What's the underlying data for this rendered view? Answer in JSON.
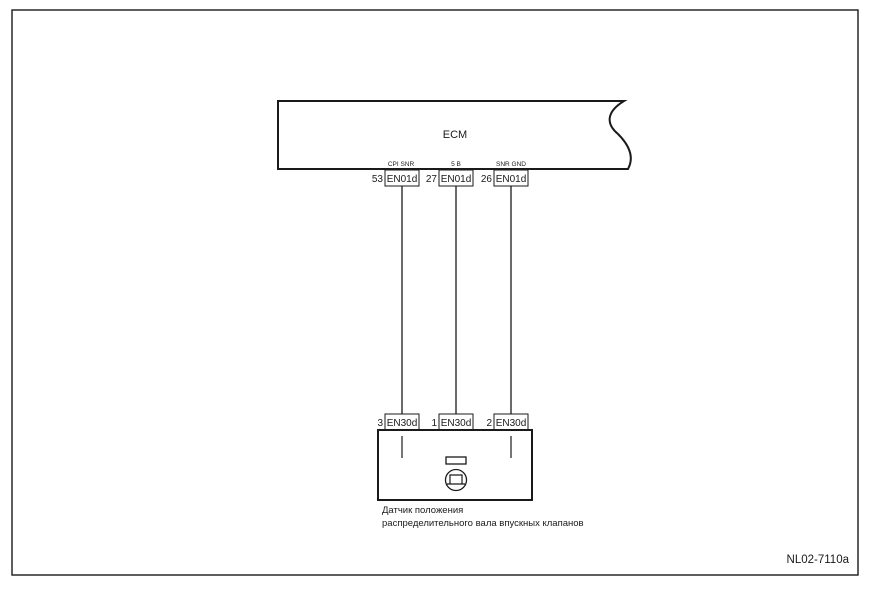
{
  "ecm": {
    "label": "ECM"
  },
  "ecm_pins": [
    {
      "signal": "CPI SNR",
      "pin": "53",
      "connector": "EN01d"
    },
    {
      "signal": "5 В",
      "pin": "27",
      "connector": "EN01d"
    },
    {
      "signal": "SNR GND",
      "pin": "26",
      "connector": "EN01d"
    }
  ],
  "sensor_pins": [
    {
      "pin": "3",
      "connector": "EN30d"
    },
    {
      "pin": "1",
      "connector": "EN30d"
    },
    {
      "pin": "2",
      "connector": "EN30d"
    }
  ],
  "sensor": {
    "caption_line1": "Датчик положения",
    "caption_line2": "распределительного вала впускных клапанов"
  },
  "figure_code": "NL02-7110a"
}
